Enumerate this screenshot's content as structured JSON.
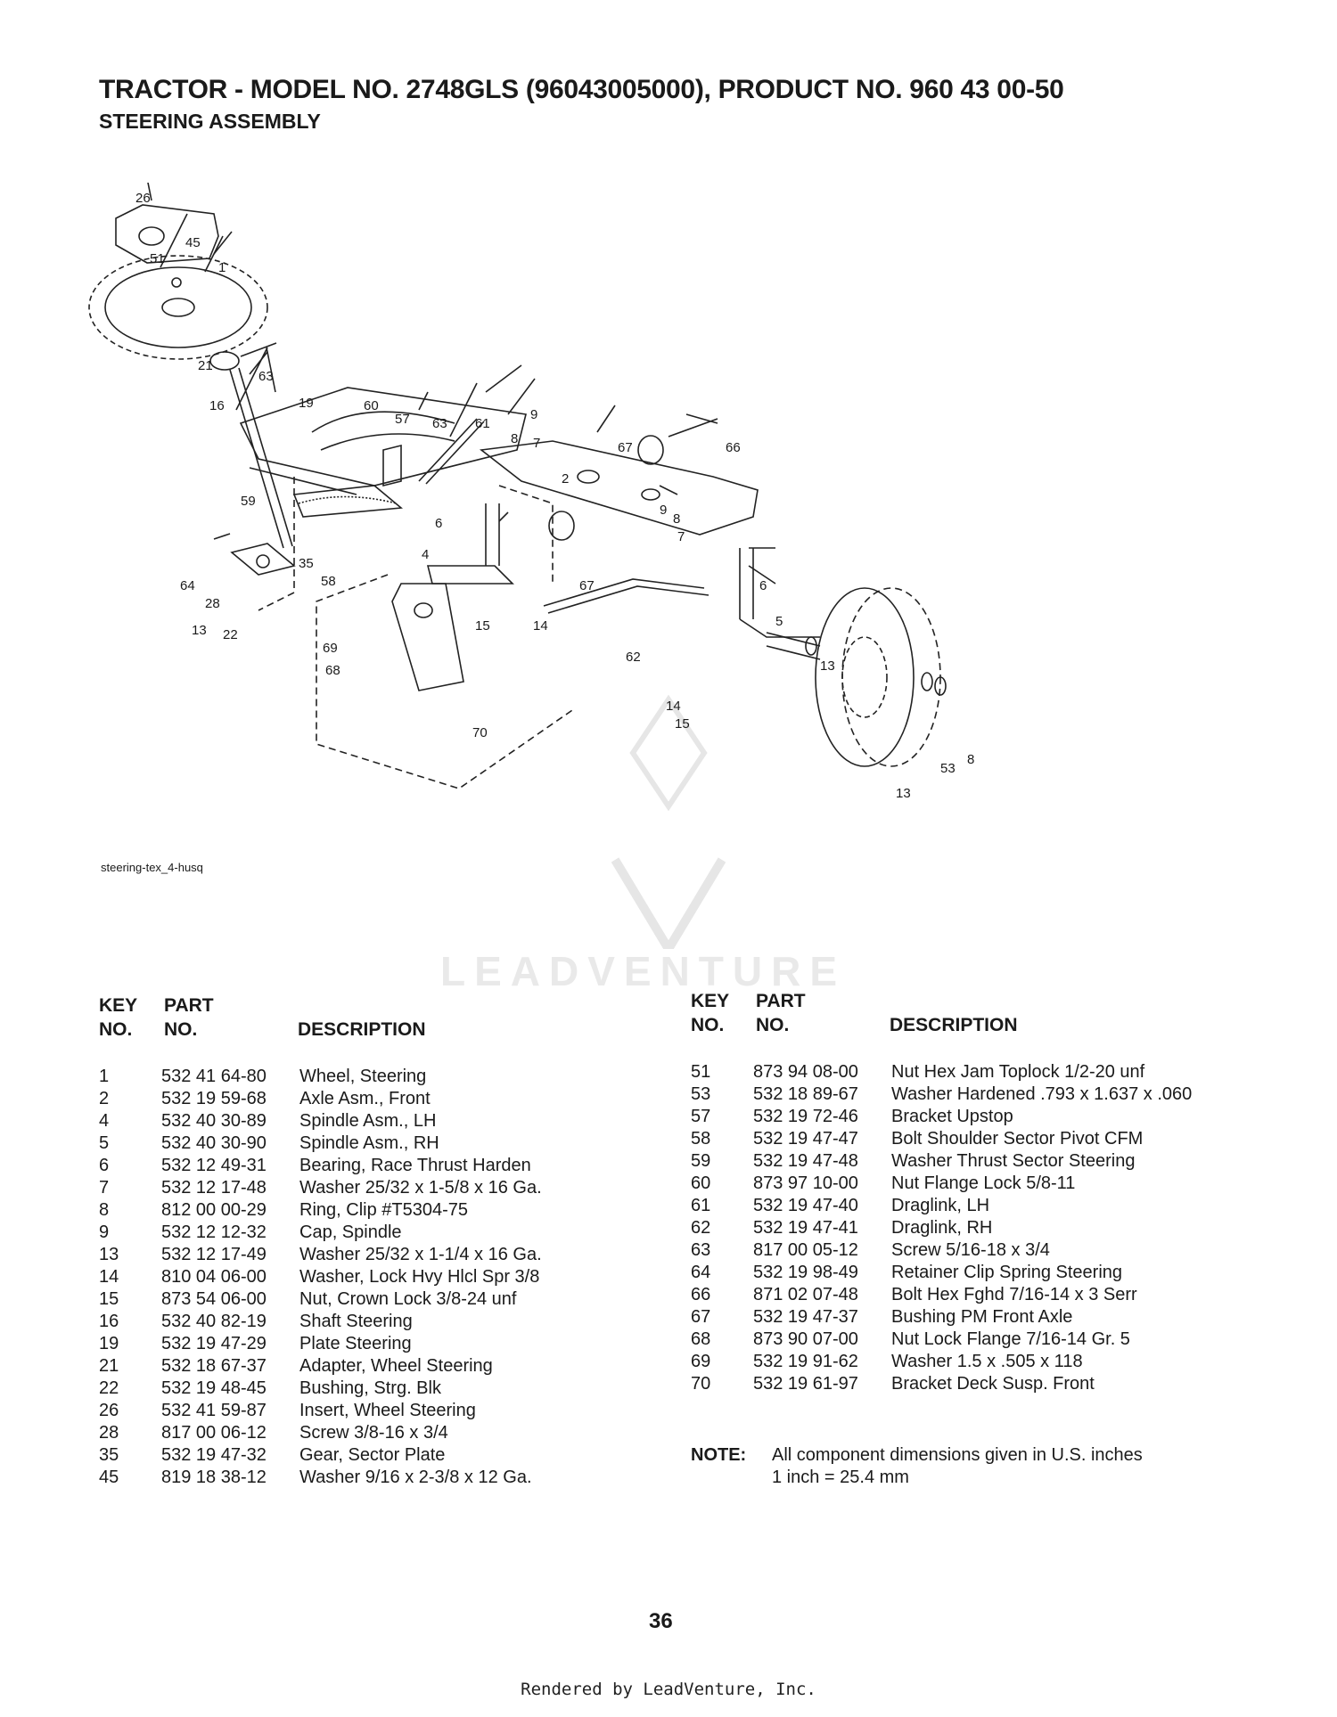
{
  "header": {
    "title": "TRACTOR - MODEL NO. 2748GLS (96043005000), PRODUCT NO. 960 43 00-50",
    "subtitle": "STEERING ASSEMBLY"
  },
  "diagram": {
    "id_label": "steering-tex_4-husq",
    "watermark": "LEADVENTURE",
    "callouts": [
      "26",
      "45",
      "51",
      "1",
      "21",
      "16",
      "63",
      "19",
      "60",
      "57",
      "63",
      "61",
      "9",
      "8",
      "7",
      "67",
      "66",
      "2",
      "9",
      "8",
      "7",
      "59",
      "6",
      "4",
      "35",
      "58",
      "64",
      "28",
      "13",
      "22",
      "67",
      "15",
      "14",
      "6",
      "5",
      "69",
      "68",
      "62",
      "70",
      "13",
      "14",
      "15",
      "53",
      "8",
      "13"
    ]
  },
  "table_headers": {
    "key_1": "KEY",
    "key_2": "NO.",
    "part_1": "PART",
    "part_2": "NO.",
    "description": "DESCRIPTION"
  },
  "left_table": [
    {
      "key": "1",
      "part": "532 41 64-80",
      "desc": "Wheel, Steering"
    },
    {
      "key": "2",
      "part": "532 19 59-68",
      "desc": "Axle Asm., Front"
    },
    {
      "key": "4",
      "part": "532 40 30-89",
      "desc": "Spindle Asm., LH"
    },
    {
      "key": "5",
      "part": "532 40 30-90",
      "desc": "Spindle Asm., RH"
    },
    {
      "key": "6",
      "part": "532 12 49-31",
      "desc": "Bearing, Race Thrust Harden"
    },
    {
      "key": "7",
      "part": "532 12 17-48",
      "desc": "Washer 25/32 x 1-5/8 x 16 Ga."
    },
    {
      "key": "8",
      "part": "812 00 00-29",
      "desc": "Ring, Clip #T5304-75"
    },
    {
      "key": "9",
      "part": "532 12 12-32",
      "desc": "Cap, Spindle"
    },
    {
      "key": "13",
      "part": "532 12 17-49",
      "desc": "Washer 25/32 x 1-1/4 x 16 Ga."
    },
    {
      "key": "14",
      "part": "810 04 06-00",
      "desc": "Washer, Lock Hvy Hlcl Spr 3/8"
    },
    {
      "key": "15",
      "part": "873 54 06-00",
      "desc": "Nut, Crown Lock 3/8-24 unf"
    },
    {
      "key": "16",
      "part": "532 40 82-19",
      "desc": "Shaft Steering"
    },
    {
      "key": "19",
      "part": "532 19 47-29",
      "desc": "Plate Steering"
    },
    {
      "key": "21",
      "part": "532 18 67-37",
      "desc": "Adapter, Wheel Steering"
    },
    {
      "key": "22",
      "part": "532 19 48-45",
      "desc": "Bushing, Strg. Blk"
    },
    {
      "key": "26",
      "part": "532 41 59-87",
      "desc": "Insert, Wheel Steering"
    },
    {
      "key": "28",
      "part": "817 00 06-12",
      "desc": "Screw 3/8-16 x 3/4"
    },
    {
      "key": "35",
      "part": "532 19 47-32",
      "desc": "Gear, Sector Plate"
    },
    {
      "key": "45",
      "part": "819 18 38-12",
      "desc": "Washer 9/16 x 2-3/8 x 12 Ga."
    }
  ],
  "right_table": [
    {
      "key": "51",
      "part": "873 94 08-00",
      "desc": "Nut Hex Jam Toplock 1/2-20 unf"
    },
    {
      "key": "53",
      "part": "532 18 89-67",
      "desc": "Washer Hardened .793 x 1.637 x .060"
    },
    {
      "key": "57",
      "part": "532 19 72-46",
      "desc": "Bracket Upstop"
    },
    {
      "key": "58",
      "part": "532 19 47-47",
      "desc": "Bolt Shoulder Sector Pivot CFM"
    },
    {
      "key": "59",
      "part": "532 19 47-48",
      "desc": "Washer Thrust Sector Steering"
    },
    {
      "key": "60",
      "part": "873 97 10-00",
      "desc": "Nut Flange Lock 5/8-11"
    },
    {
      "key": "61",
      "part": "532 19 47-40",
      "desc": "Draglink, LH"
    },
    {
      "key": "62",
      "part": "532 19 47-41",
      "desc": "Draglink, RH"
    },
    {
      "key": "63",
      "part": "817 00 05-12",
      "desc": "Screw 5/16-18 x 3/4"
    },
    {
      "key": "64",
      "part": "532 19 98-49",
      "desc": "Retainer Clip Spring Steering"
    },
    {
      "key": "66",
      "part": "871 02 07-48",
      "desc": "Bolt Hex Fghd 7/16-14 x 3 Serr"
    },
    {
      "key": "67",
      "part": "532 19 47-37",
      "desc": "Bushing PM Front Axle"
    },
    {
      "key": "68",
      "part": "873 90 07-00",
      "desc": "Nut Lock Flange 7/16-14 Gr. 5"
    },
    {
      "key": "69",
      "part": "532 19 91-62",
      "desc": "Washer 1.5 x .505 x 118"
    },
    {
      "key": "70",
      "part": "532 19 61-97",
      "desc": "Bracket Deck Susp. Front"
    }
  ],
  "note": {
    "label": "NOTE:",
    "line1": "All component dimensions given in U.S. inches",
    "line2": "1 inch = 25.4 mm"
  },
  "footer": {
    "page_number": "36",
    "rendered_by": "Rendered by LeadVenture, Inc."
  }
}
